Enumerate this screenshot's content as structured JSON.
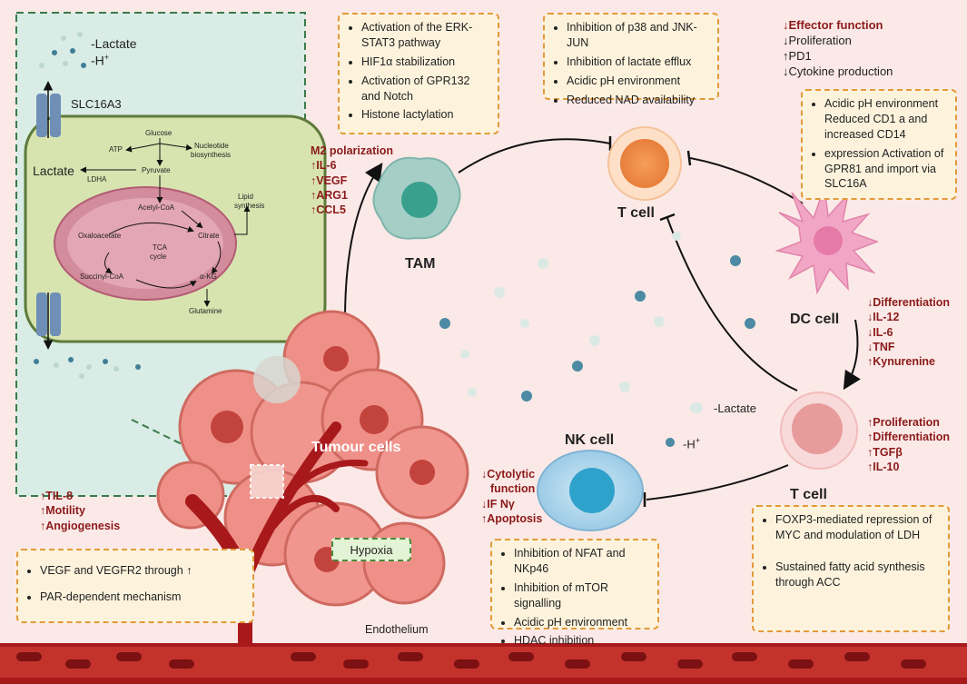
{
  "inset": {
    "lactate": "-Lactate",
    "h_ion": "-H",
    "h_sup": "+",
    "transporter": "SLC16A3",
    "lactate_label": "Lactate",
    "ldha": "LDHA",
    "glucose": "Glucose",
    "atp": "ATP",
    "nucleotide": "Nucleotide",
    "biosynthesis": "biosynthesis",
    "pyruvate": "Pyruvate",
    "acetyl_coa": "Acetyl-CoA",
    "lipid": "Lipid",
    "synthesis": "synthesis",
    "oxaloacetate": "Oxaloacetate",
    "citrate": "Citrate",
    "tca": "TCA",
    "cycle": "cycle",
    "succinyl": "Succinyl-CoA",
    "akg": "α-KG",
    "glutamine": "Glutamine"
  },
  "tam_box": [
    "Activation of the ERK-STAT3 pathway",
    "HIF1α stabilization",
    "Activation of GPR132 and Notch",
    "Histone lactylation"
  ],
  "tcell_top_box": [
    "Inhibition of p38 and JNK-JUN",
    "Inhibition of lactate efflux",
    "Acidic pH environment",
    "Reduced NAD availability"
  ],
  "tcell_effects": [
    "↓Effector function",
    "↓Proliferation",
    "↑PD1",
    "↓Cytokine production"
  ],
  "dc_box": [
    "Acidic pH environment Reduced CD1 a and increased CD14",
    "expression Activation of GPR81 and import via SLC16A"
  ],
  "tam_effects": [
    "M2 polarization",
    "↑IL-6",
    "↑VEGF",
    "↑ARG1",
    "↑CCL5"
  ],
  "dc_effects": [
    "↓Differentiation",
    "↓IL-12",
    "↓IL-6",
    "↓TNF",
    "↑Kynurenine"
  ],
  "treg_effects": [
    "↑Proliferation",
    "↑Differentiation",
    "↑TGFβ",
    "↑IL-10"
  ],
  "nk_effects": [
    "↓Cytolytic",
    "function",
    "↓IF Nγ",
    "↑Apoptosis"
  ],
  "tumour_effects": [
    "↑TIL-8",
    "↑Motility",
    "↑Angiogenesis"
  ],
  "nk_box": [
    "Inhibition of NFAT and NKp46",
    "Inhibition of mTOR signalling",
    "Acidic pH environment",
    "HDAC inhibition"
  ],
  "treg_box": [
    "FOXP3-mediated repression of MYC and modulation of LDH",
    "Sustained fatty acid synthesis through ACC"
  ],
  "tumour_box": [
    "VEGF and VEGFR2 through ↑",
    "PAR-dependent mechanism"
  ],
  "labels": {
    "tam": "TAM",
    "tcell_top": "T cell",
    "dc": "DC cell",
    "tcell_bottom": "T cell",
    "nk": "NK cell",
    "tumour": "Tumour cells",
    "hypoxia": "Hypoxia",
    "endothelium": "Endothelium",
    "legend_lactate": "-Lactate",
    "legend_h": "-H",
    "legend_h_sup": "+"
  },
  "colors": {
    "background": "#fbe9e7",
    "box_fill": "#fdf3dd",
    "box_border": "#e39a3a",
    "effect_red": "#8b1a1a",
    "inset_fill": "#d9ece6",
    "vessel": "#a8191c"
  }
}
